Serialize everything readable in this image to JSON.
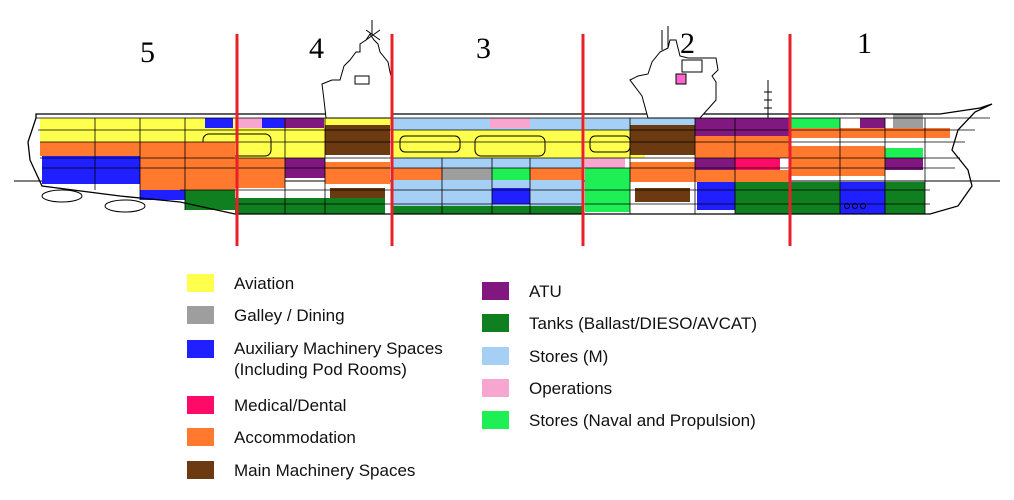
{
  "zones": [
    {
      "label": "5"
    },
    {
      "label": "4"
    },
    {
      "label": "3"
    },
    {
      "label": "2"
    },
    {
      "label": "1"
    }
  ],
  "legend": {
    "left": [
      {
        "label": "Aviation",
        "color": "#ffff4d"
      },
      {
        "label": "Galley / Dining",
        "color": "#9e9e9e"
      },
      {
        "label": "Auxiliary Machinery Spaces",
        "label2": "(Including Pod Rooms)",
        "color": "#1f1fff"
      },
      {
        "label": "Medical/Dental",
        "color": "#ff0a66"
      },
      {
        "label": "Accommodation",
        "color": "#ff7a2e"
      },
      {
        "label": "Main Machinery Spaces",
        "color": "#6b3a10"
      }
    ],
    "right": [
      {
        "label": "ATU",
        "color": "#80187f"
      },
      {
        "label": "Tanks (Ballast/DIESO/AVCAT)",
        "color": "#0f7f1f"
      },
      {
        "label": "Stores (M)",
        "color": "#a6cff5"
      },
      {
        "label": "Operations",
        "color": "#f7a6d0"
      },
      {
        "label": "Stores (Naval and Propulsion)",
        "color": "#1eef55"
      }
    ]
  },
  "colors": {
    "divider": "#e8202a",
    "outline": "#000000"
  }
}
